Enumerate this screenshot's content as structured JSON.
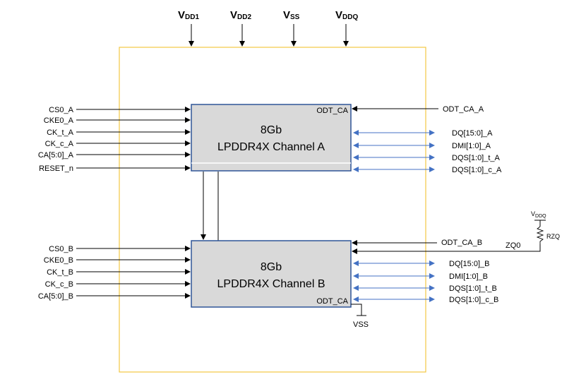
{
  "power_pins": [
    {
      "main": "V",
      "sub": "DD1"
    },
    {
      "main": "V",
      "sub": "DD2"
    },
    {
      "main": "V",
      "sub": "SS"
    },
    {
      "main": "V",
      "sub": "DDQ"
    }
  ],
  "channel_a": {
    "line1": "8Gb",
    "line2": "LPDDR4X Channel A",
    "odt_label": "ODT_CA",
    "inputs": [
      "CS0_A",
      "CKE0_A",
      "CK_t_A",
      "CK_c_A",
      "CA[5:0]_A",
      "RESET_n"
    ],
    "odt_input": "ODT_CA_A",
    "bidir": [
      "DQ[15:0]_A",
      "DMI[1:0]_A",
      "DQS[1:0]_t_A",
      "DQS[1:0]_c_A"
    ]
  },
  "channel_b": {
    "line1": "8Gb",
    "line2": "LPDDR4X Channel B",
    "odt_label": "ODT_CA",
    "inputs": [
      "CS0_B",
      "CKE0_B",
      "CK_t_B",
      "CK_c_B",
      "CA[5:0]_B"
    ],
    "odt_input": "ODT_CA_B",
    "zq_label": "ZQ0",
    "bidir": [
      "DQ[15:0]_B",
      "DMI[1:0]_B",
      "DQS[1:0]_t_B",
      "DQS[1:0]_c_B"
    ],
    "vss_label": "VSS"
  },
  "rzq": {
    "supply_main": "V",
    "supply_sub": "DDQ",
    "label": "RZQ"
  },
  "colors": {
    "package_border": "#f2c744",
    "chip_fill": "#d9d9d9",
    "chip_border": "#2f5597",
    "bidir_arrow": "#4472c4",
    "wire": "#000000"
  }
}
